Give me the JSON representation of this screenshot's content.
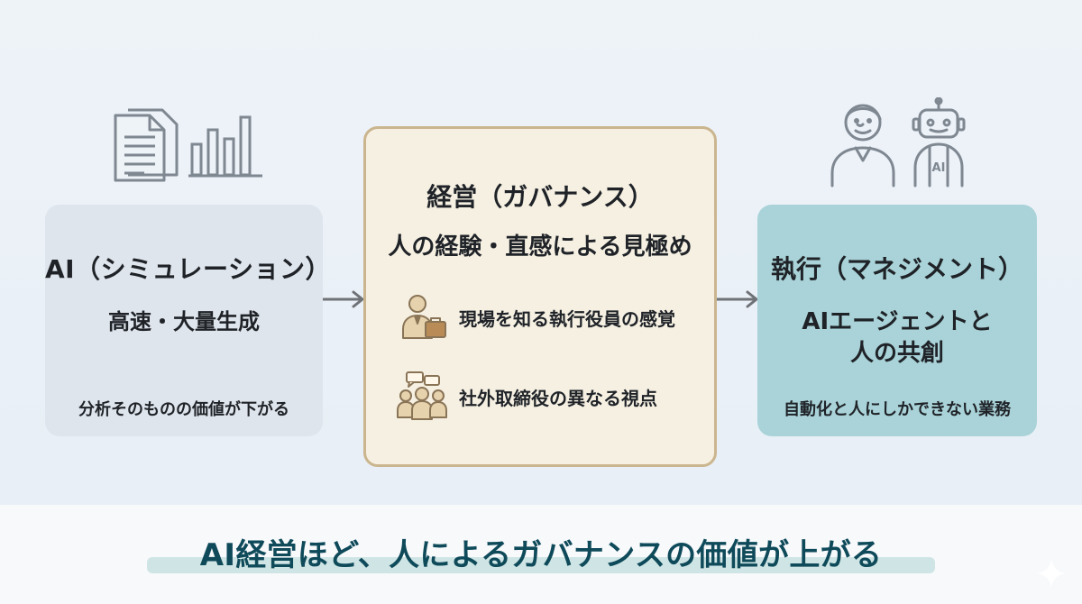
{
  "left_box": {
    "title": "AI（シミュレーション）",
    "subtitle": "高速・大量生成",
    "note": "分析そのものの価値が下がる"
  },
  "center_box": {
    "title": "経営（ガバナンス）",
    "subtitle": "人の経験・直感による見極め",
    "items": [
      {
        "label": "現場を知る執行役員の感覚",
        "icon": "executive-with-briefcase-icon"
      },
      {
        "label": "社外取締役の異なる視点",
        "icon": "meeting-group-icon"
      }
    ]
  },
  "right_box": {
    "title": "執行（マネジメント）",
    "line1": "AIエージェントと",
    "line2": "人の共創",
    "note": "自動化と人にしかできない業務"
  },
  "top_icons": {
    "left": [
      "documents-icon",
      "bar-chart-icon"
    ],
    "right": [
      "person-icon",
      "robot-icon"
    ],
    "robot_label": "AI"
  },
  "bottom": {
    "headline": "AI経営ほど、人によるガバナンスの価値が上がる"
  },
  "colors": {
    "background": "#e6eef6",
    "left_box": "#dfe5ed",
    "center_box": "#f6f0e2",
    "center_border": "#cbb58f",
    "right_box": "#a9d3d8",
    "headline": "#0f4a5a",
    "arrow": "#6f7277",
    "icon_stroke": "#7f8791"
  }
}
